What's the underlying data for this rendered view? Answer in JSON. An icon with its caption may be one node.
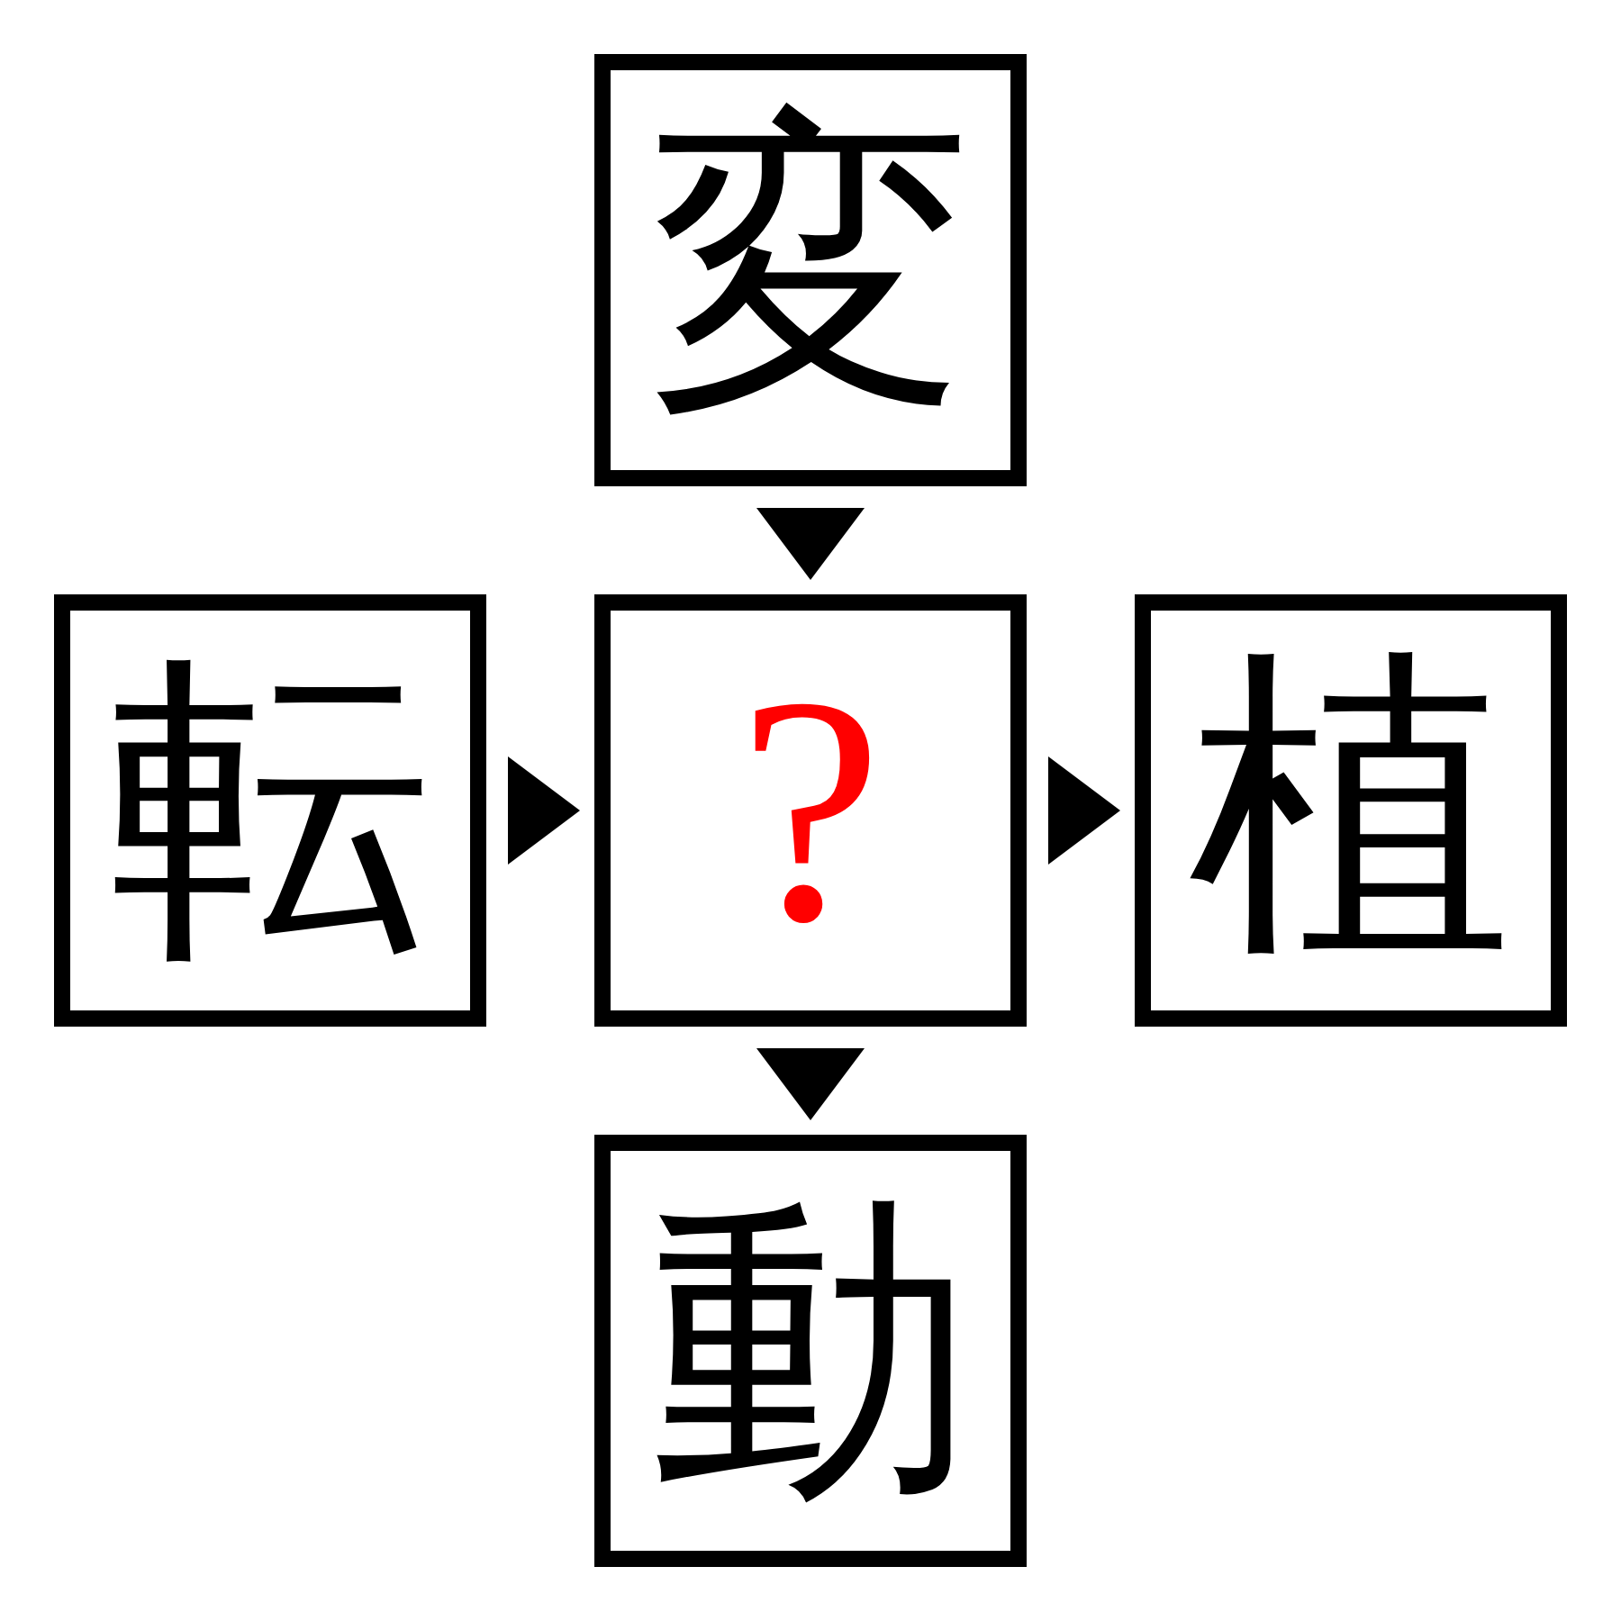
{
  "diagram": {
    "nodes": [
      {
        "text": [
          "変"
        ]
      },
      {
        "text": [
          "転"
        ]
      },
      {
        "text": [
          "?"
        ]
      },
      {
        "text": [
          "植"
        ]
      },
      {
        "text": [
          "動"
        ]
      }
    ],
    "edges": [
      {
        "from": 0,
        "to": 2,
        "arrow": "to"
      },
      {
        "from": 1,
        "to": 2,
        "arrow": "to"
      },
      {
        "from": 2,
        "to": 3,
        "arrow": "to"
      },
      {
        "from": 2,
        "to": 4,
        "arrow": "to"
      }
    ]
  }
}
